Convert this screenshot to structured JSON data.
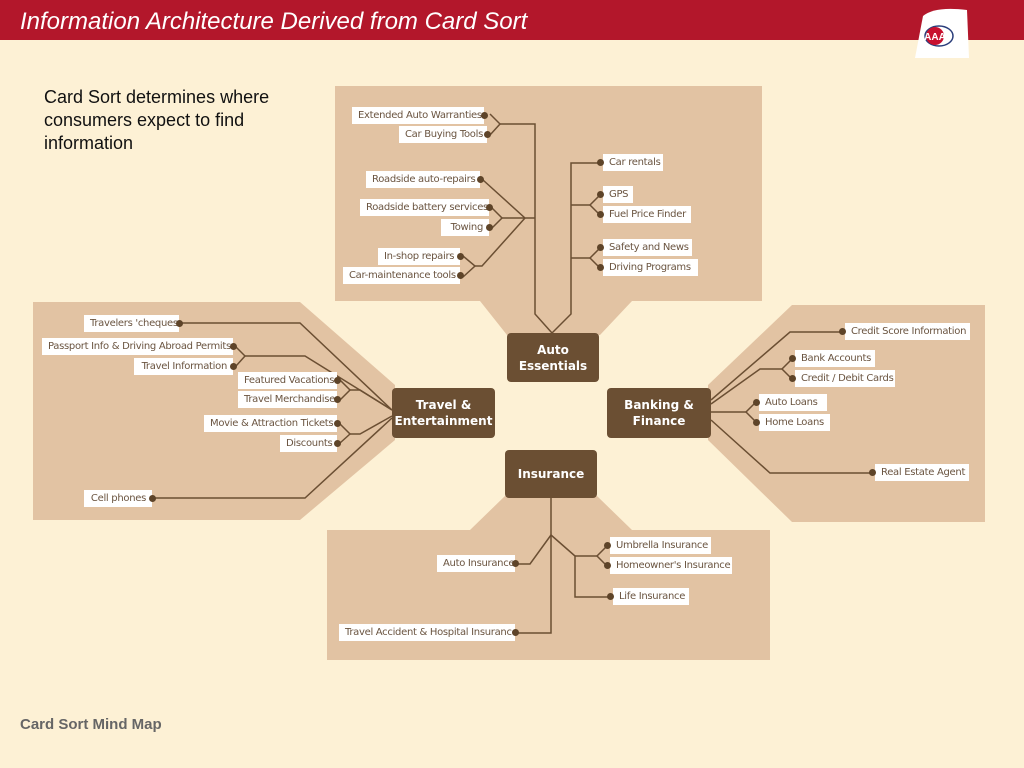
{
  "slide": {
    "title": "Information Architecture Derived from Card Sort",
    "intro": "Card Sort determines where consumers expect to find information",
    "footer": "Card Sort Mind Map",
    "logo_text": "AAA"
  },
  "colors": {
    "header": "#b3172b",
    "background": "#fdf1d5",
    "panel": "#e2c3a3",
    "node": "#6b4f33"
  },
  "nodes": {
    "auto": "Auto Essentials",
    "travel": "Travel & Entertainment",
    "banking": "Banking & Finance",
    "insurance": "Insurance"
  },
  "auto_items": [
    "Extended Auto Warranties",
    "Car Buying Tools",
    "Roadside auto-repairs",
    "Roadside battery services",
    "Towing",
    "In-shop repairs",
    "Car-maintenance tools",
    "Car rentals",
    "GPS",
    "Fuel Price Finder",
    "Safety and News",
    "Driving Programs"
  ],
  "travel_items": [
    "Travelers 'cheques",
    "Passport Info & Driving Abroad Permits",
    "Travel Information",
    "Featured Vacations",
    "Travel Merchandise",
    "Movie & Attraction Tickets",
    "Discounts",
    "Cell phones"
  ],
  "banking_items": [
    "Credit Score Information",
    "Bank Accounts",
    "Credit / Debit Cards",
    "Auto Loans",
    "Home Loans",
    "Real Estate Agent"
  ],
  "insurance_items": [
    "Auto Insurance",
    "Umbrella Insurance",
    "Homeowner's Insurance",
    "Life Insurance",
    "Travel Accident & Hospital Insurance"
  ]
}
